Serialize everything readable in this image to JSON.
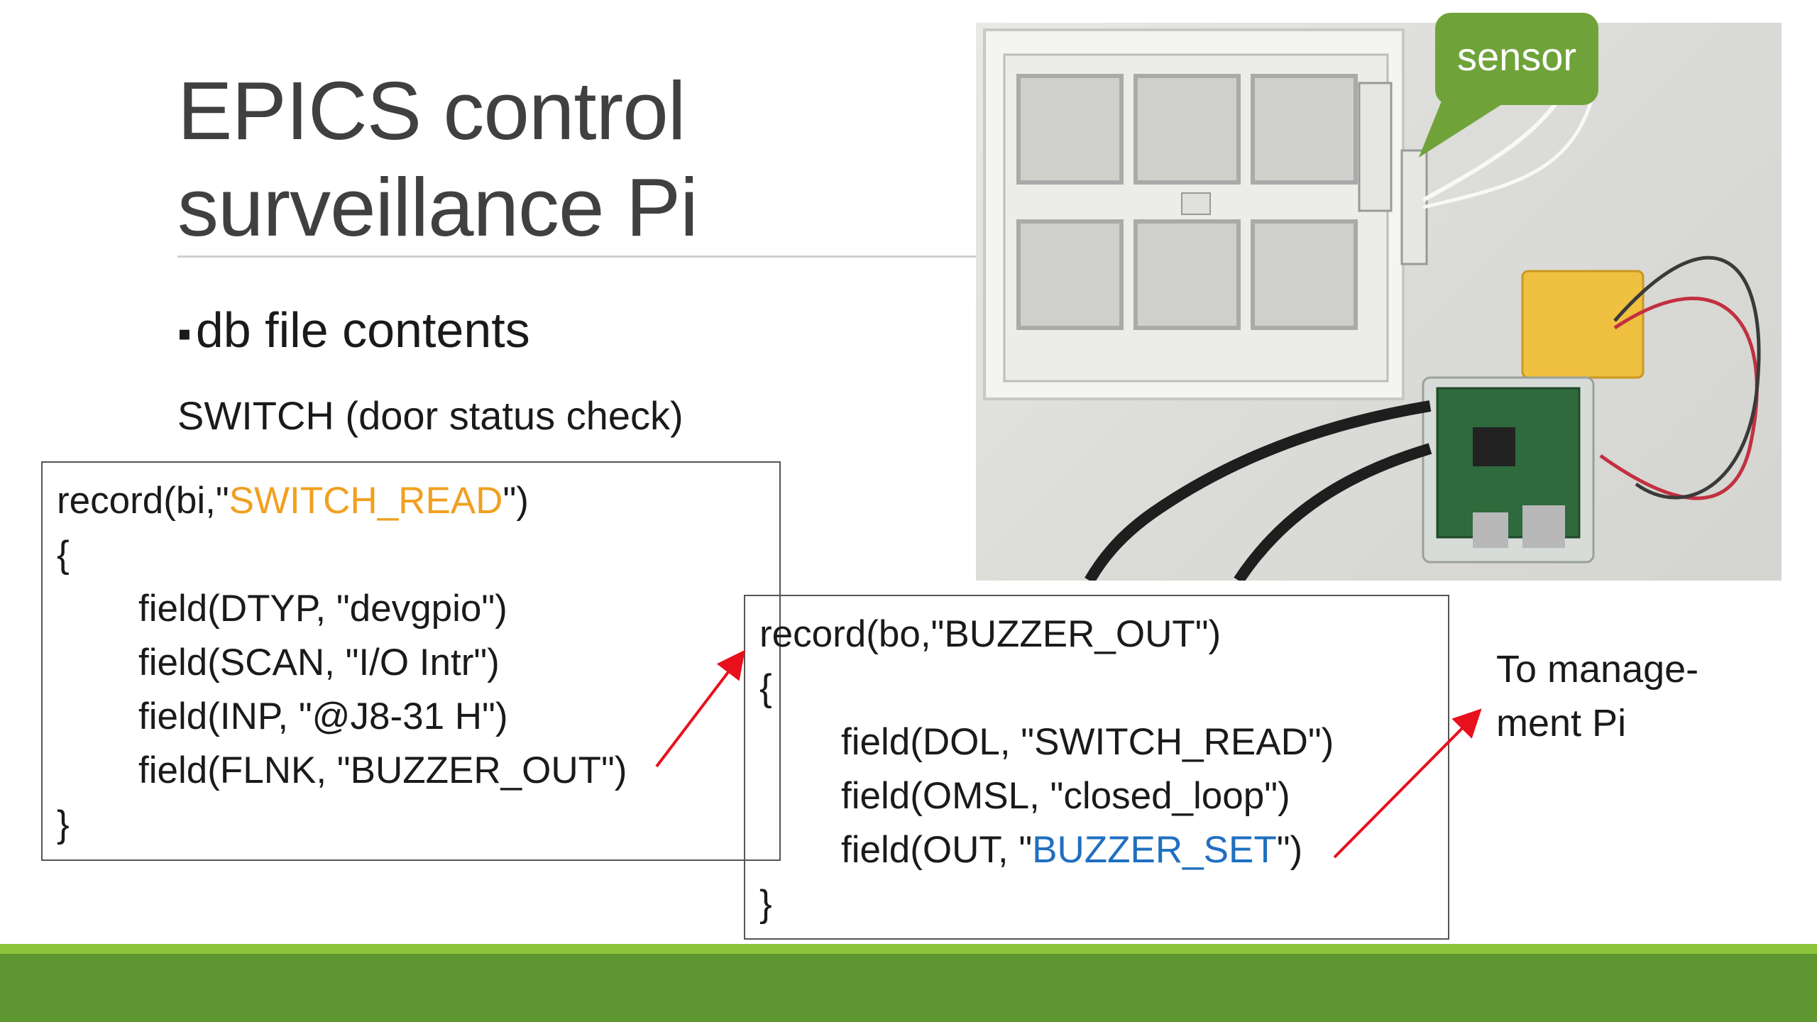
{
  "slide": {
    "title_line1": "EPICS control",
    "title_line2": "surveillance Pi",
    "bullet_mark": "▪",
    "bullet_text": "db file contents",
    "subheading": "SWITCH (door status check)"
  },
  "switch_record": {
    "line1_pre": "record(bi,\"",
    "line1_name": "SWITCH_READ",
    "line1_post": "\")",
    "open_brace": "{",
    "fields": [
      "field(DTYP, \"devgpio\")",
      "field(SCAN, \"I/O Intr\")",
      "field(INP, \"@J8-31 H\")",
      "field(FLNK, \"BUZZER_OUT\")"
    ],
    "close_brace": "}"
  },
  "buzzer_record": {
    "line1": "record(bo,\"BUZZER_OUT\")",
    "open_brace": "{",
    "fields": [
      "field(DOL, \"SWITCH_READ\")",
      "field(OMSL, \"closed_loop\")"
    ],
    "out_pre": "field(OUT, \"",
    "out_name": "BUZZER_SET",
    "out_post": "\")",
    "close_brace": "}"
  },
  "callout": {
    "text": "sensor",
    "color": "#6fa33a"
  },
  "management_note": {
    "line1": "To manage-",
    "line2": "ment Pi"
  },
  "colors": {
    "accent_orange": "#f0a020",
    "accent_blue": "#1f6fc0",
    "arrow_red": "#e8101c",
    "footer_light": "#8cc43c",
    "footer_dark": "#5e9632"
  }
}
